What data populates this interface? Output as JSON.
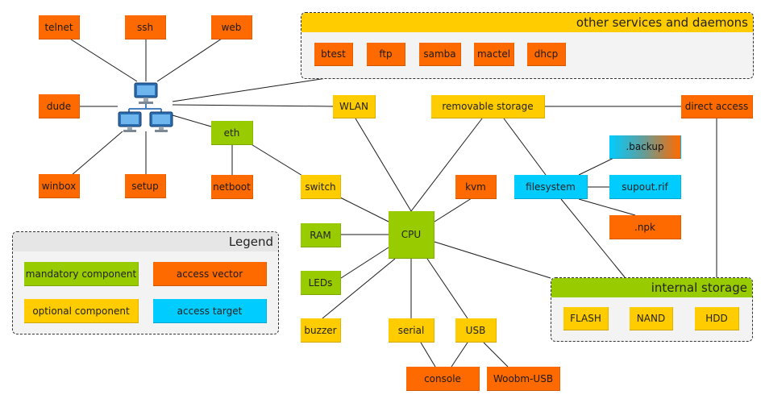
{
  "diagram": {
    "nodes": {
      "telnet": "telnet",
      "ssh": "ssh",
      "web": "web",
      "dude": "dude",
      "winbox": "winbox",
      "setup": "setup",
      "netboot": "netboot",
      "eth": "eth",
      "switch": "switch",
      "wlan": "WLAN",
      "removable_storage": "removable storage",
      "direct_access": "direct access",
      "backup": ".backup",
      "filesystem": "filesystem",
      "supout": "supout.rif",
      "npk": ".npk",
      "kvm": "kvm",
      "cpu": "CPU",
      "ram": "RAM",
      "leds": "LEDs",
      "buzzer": "buzzer",
      "serial": "serial",
      "usb": "USB",
      "console": "console",
      "woobm_usb": "Woobm-USB"
    },
    "groups": {
      "services": {
        "title": "other services and daemons",
        "items": [
          "btest",
          "ftp",
          "samba",
          "mactel",
          "dhcp"
        ]
      },
      "internal_storage": {
        "title": "internal storage",
        "items": [
          "FLASH",
          "NAND",
          "HDD"
        ]
      }
    },
    "legend": {
      "title": "Legend",
      "mandatory": "mandatory component",
      "access_vector": "access vector",
      "optional": "optional component",
      "access_target": "access target"
    },
    "colors": {
      "access_vector": "#ff6a00",
      "optional": "#ffcc00",
      "mandatory": "#99cc00",
      "access_target": "#00ccff"
    },
    "icons": {
      "network": "network-computers-icon"
    }
  }
}
